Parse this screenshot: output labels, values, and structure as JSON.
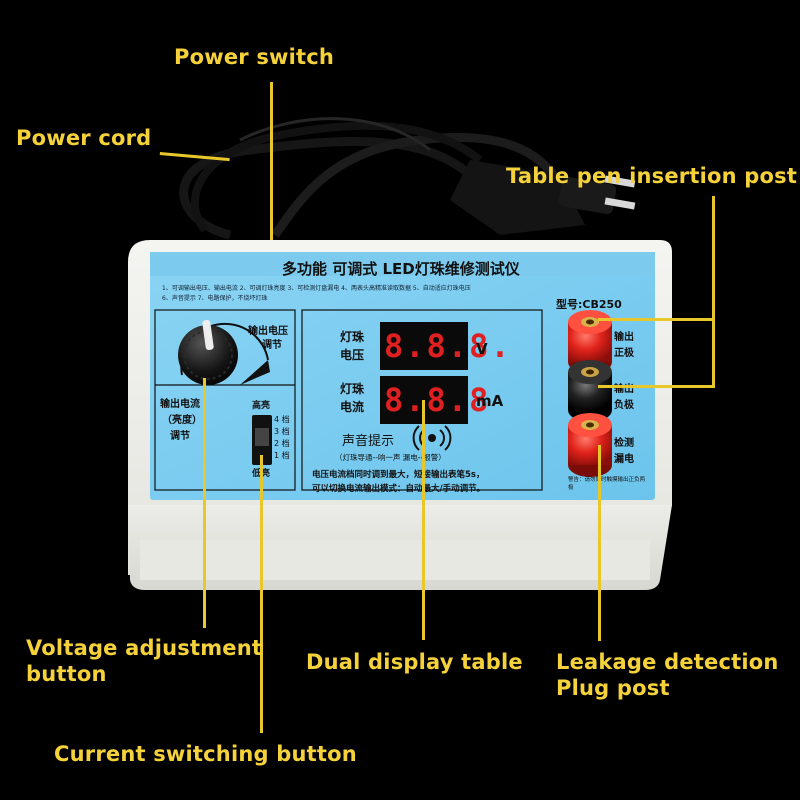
{
  "callouts": {
    "power_switch": "Power switch",
    "power_cord": "Power cord",
    "pen_post": "Table pen insertion post",
    "voltage_button_l1": "Voltage adjustment",
    "voltage_button_l2": "button",
    "dual_display": "Dual display table",
    "leakage_l1": "Leakage detection",
    "leakage_l2": "Plug post",
    "current_button": "Current switching button"
  },
  "device": {
    "title": "多功能 可调式 LED灯珠维修测试仪",
    "features_line1": "1、可调输出电压、输出电流   2、可调灯珠亮度   3、可检测灯盘漏电   4、两表头高精准读取数据   5、自动适应灯珠电压",
    "features_line2": "6、声音提示   7、电路保护，不烧坏灯珠",
    "model": "型号:CB250",
    "voltage_knob_label": "输出电压\n调节",
    "voltage_knob_l1": "输出电压",
    "voltage_knob_l2": "调节",
    "current_label_l1": "输出电流",
    "current_label_l2": "（亮度）",
    "current_label_l3": "调节",
    "bright_high": "高亮",
    "bright_low": "低亮",
    "gears": [
      "4 档",
      "3 档",
      "2 档",
      "1 档"
    ],
    "display_v_label_l1": "灯珠",
    "display_v_label_l2": "电压",
    "display_v_value": "8.8.8.",
    "display_v_unit": "V",
    "display_a_label_l1": "灯珠",
    "display_a_label_l2": "电流",
    "display_a_value": "8.8.8",
    "display_a_unit": "mA",
    "sound_label": "声音提示",
    "sound_hint": "（灯珠导通--响一声   漏电--报警）",
    "post_pos_l1": "输出",
    "post_pos_l2": "正极",
    "post_neg_l1": "输出",
    "post_neg_l2": "负极",
    "post_leak_l1": "检测",
    "post_leak_l2": "漏电",
    "note_line1": "电压电流档同时调到最大，短接输出表笔5s，",
    "note_line2": "可以切换电流输出模式：自动最大/手动调节。",
    "warning": "警告：请勿同时触摸输出正负两极"
  }
}
